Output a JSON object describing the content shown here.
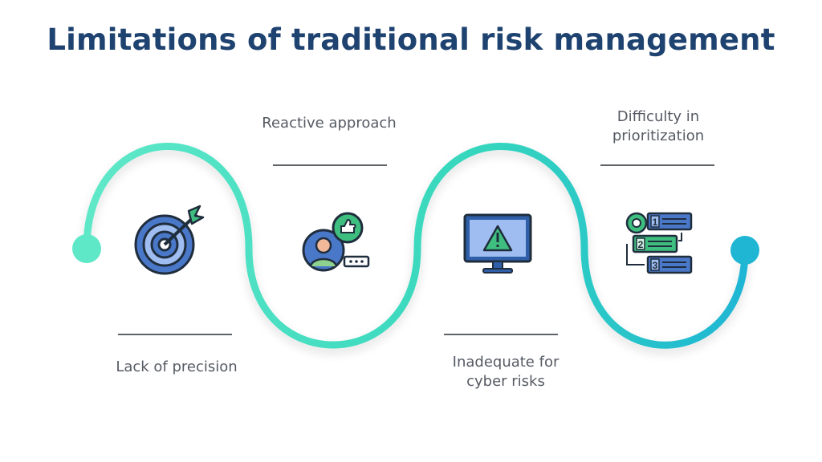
{
  "title": "Limitations of traditional risk management",
  "colors": {
    "title": "#1f4370",
    "wave_start": "#5fe8c8",
    "wave_end": "#1fb6d4",
    "text": "#555a63"
  },
  "steps": [
    {
      "label": "Lack of precision",
      "icon": "target-arrow-icon"
    },
    {
      "label": "Reactive approach",
      "icon": "user-thumbs-up-icon"
    },
    {
      "label": "Inadequate for cyber risks",
      "icon": "monitor-warning-icon"
    },
    {
      "label": "Difficulty in prioritization",
      "icon": "priority-list-icon"
    }
  ],
  "priority_numbers": [
    "1",
    "2",
    "3"
  ]
}
